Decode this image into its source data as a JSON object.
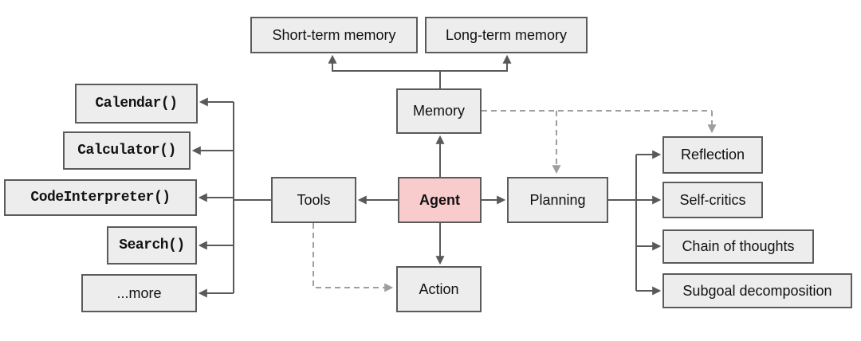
{
  "diagram": {
    "background": "#ffffff",
    "colors": {
      "node_fill": "#ededed",
      "node_border": "#5b5b5b",
      "agent_fill": "#f8cccd",
      "solid_edge": "#595959",
      "dashed_edge": "#9e9e9e",
      "text": "#111111"
    },
    "nodes": {
      "agent": {
        "label": "Agent"
      },
      "memory": {
        "label": "Memory"
      },
      "tools": {
        "label": "Tools"
      },
      "planning": {
        "label": "Planning"
      },
      "action": {
        "label": "Action"
      },
      "short_term_memory": {
        "label": "Short-term memory"
      },
      "long_term_memory": {
        "label": "Long-term memory"
      },
      "calendar": {
        "label": "Calendar()"
      },
      "calculator": {
        "label": "Calculator()"
      },
      "code_interpreter": {
        "label": "CodeInterpreter()"
      },
      "search": {
        "label": "Search()"
      },
      "more": {
        "label": "...more"
      },
      "reflection": {
        "label": "Reflection"
      },
      "self_critics": {
        "label": "Self-critics"
      },
      "chain_of_thoughts": {
        "label": "Chain of thoughts"
      },
      "subgoal_decomposition": {
        "label": "Subgoal decomposition"
      }
    },
    "edges": [
      {
        "from": "agent",
        "to": "memory",
        "style": "solid-arrow"
      },
      {
        "from": "agent",
        "to": "tools",
        "style": "solid-arrow"
      },
      {
        "from": "agent",
        "to": "planning",
        "style": "solid-arrow"
      },
      {
        "from": "agent",
        "to": "action",
        "style": "solid-arrow"
      },
      {
        "from": "memory",
        "to": "short_term_memory",
        "style": "solid-arrow"
      },
      {
        "from": "memory",
        "to": "long_term_memory",
        "style": "solid-arrow"
      },
      {
        "from": "tools",
        "to": "calendar",
        "style": "solid-arrow"
      },
      {
        "from": "tools",
        "to": "calculator",
        "style": "solid-arrow"
      },
      {
        "from": "tools",
        "to": "code_interpreter",
        "style": "solid-arrow"
      },
      {
        "from": "tools",
        "to": "search",
        "style": "solid-arrow"
      },
      {
        "from": "tools",
        "to": "more",
        "style": "solid-arrow"
      },
      {
        "from": "planning",
        "to": "reflection",
        "style": "solid-arrow"
      },
      {
        "from": "planning",
        "to": "self_critics",
        "style": "solid-arrow"
      },
      {
        "from": "planning",
        "to": "chain_of_thoughts",
        "style": "solid-arrow"
      },
      {
        "from": "planning",
        "to": "subgoal_decomposition",
        "style": "solid-arrow"
      },
      {
        "from": "memory",
        "to": "planning",
        "style": "dashed-arrow"
      },
      {
        "from": "memory",
        "to": "reflection",
        "style": "dashed-arrow"
      },
      {
        "from": "tools",
        "to": "action",
        "style": "dashed-arrow"
      }
    ]
  }
}
